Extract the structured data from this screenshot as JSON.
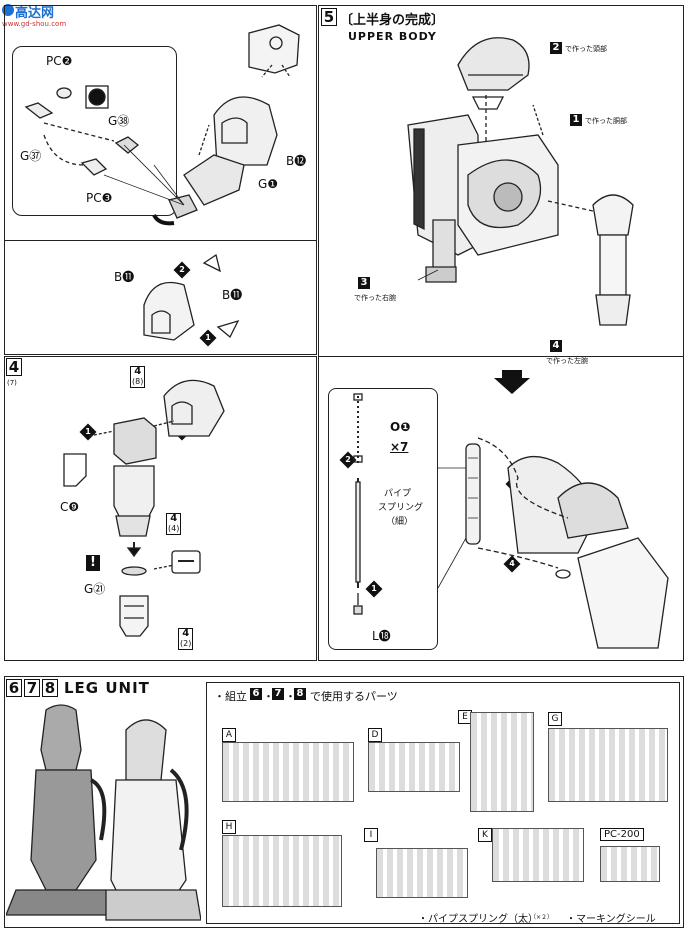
{
  "watermark": {
    "logo_text": "高达网",
    "url": "www.gd-shou.com"
  },
  "step_upper_left": {
    "labels": {
      "pc2": "PC❷",
      "g38": "G㊳",
      "g37": "G㊲",
      "pc3": "PC❸",
      "b12": "B⓬",
      "g1": "G❶",
      "b11a": "B⓫",
      "b11b": "B⓫"
    },
    "arrows": {
      "a1": "1",
      "a2": "2"
    }
  },
  "step4": {
    "number": "4",
    "sub": "(7)",
    "labels": {
      "c9": "C❾",
      "g21": "G㉑"
    },
    "refs": {
      "r1": "(8)",
      "r2": "(4)",
      "r3": "(2)"
    },
    "ref_num": "4",
    "arrows": {
      "a1": "1",
      "a2": "2"
    },
    "warn": "!"
  },
  "step5": {
    "number": "5",
    "title": "〔上半身の完成〕",
    "subtitle": "UPPER BODY",
    "callouts": [
      {
        "n": "2",
        "text": "で作った頭部"
      },
      {
        "n": "1",
        "text": "で作った胴部"
      },
      {
        "n": "3",
        "text": "で作った右腕"
      },
      {
        "n": "4",
        "text": "で作った左腕"
      }
    ],
    "o1": "O❶",
    "x7": "×7",
    "spring": [
      "パイプ",
      "スプリング",
      "（細）"
    ],
    "l18": "L⓲",
    "arrows": {
      "a1": "1",
      "a2": "2",
      "a3": "3",
      "a4": "4"
    }
  },
  "leg": {
    "steps": [
      "6",
      "7",
      "8"
    ],
    "title": "LEG UNIT",
    "parts_title_prefix": "・組立",
    "parts_title_suffix": "で使用するパーツ",
    "parts_sep": "・",
    "runners": [
      "A",
      "D",
      "E",
      "G",
      "H",
      "I",
      "K"
    ],
    "pc_label": "PC-200",
    "footer_spring": "・パイプスプリング（太）",
    "footer_count": "（×２）",
    "footer_seal": "・マーキングシール"
  }
}
